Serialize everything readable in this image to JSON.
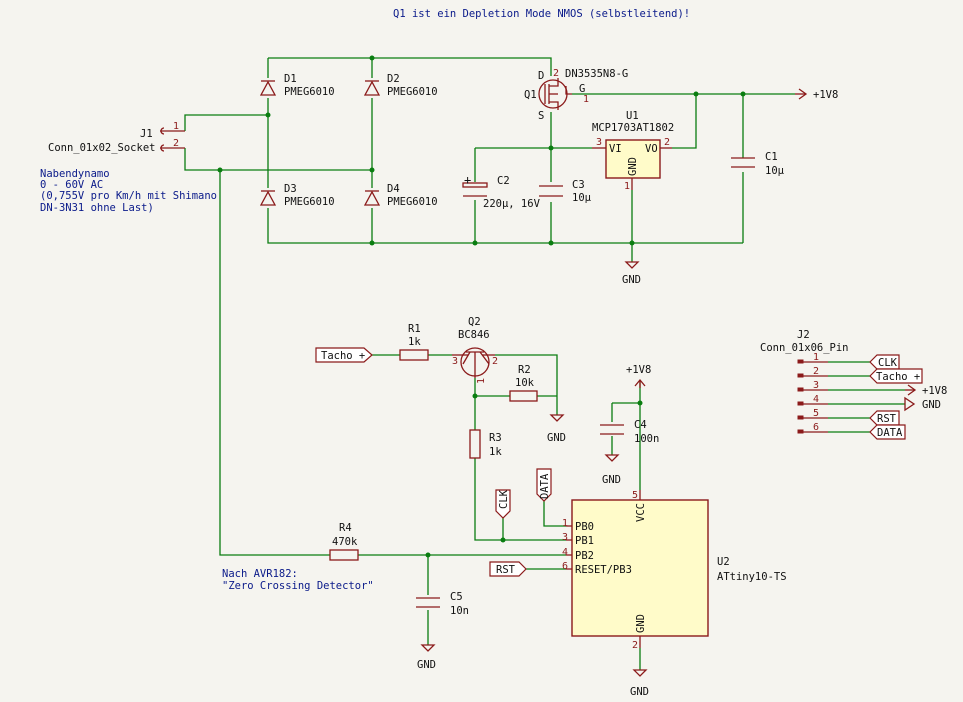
{
  "note_top": "Q1 ist ein Depletion Mode NMOS (selbstleitend)!",
  "note_dynamo": [
    "Nabendynamo",
    "0 - 60V AC",
    "(0,755V pro Km/h mit Shimano",
    "DN-3N31 ohne Last)"
  ],
  "note_avr": [
    "Nach AVR182:",
    "\"Zero Crossing Detector\""
  ],
  "components": {
    "j1": {
      "ref": "J1",
      "value": "Conn_01x02_Socket",
      "pins": [
        "1",
        "2"
      ]
    },
    "d1": {
      "ref": "D1",
      "value": "PMEG6010"
    },
    "d2": {
      "ref": "D2",
      "value": "PMEG6010"
    },
    "d3": {
      "ref": "D3",
      "value": "PMEG6010"
    },
    "d4": {
      "ref": "D4",
      "value": "PMEG6010"
    },
    "q1": {
      "ref": "Q1",
      "value": "DN3535N8-G",
      "pin_d": "D",
      "pin_g": "G",
      "pin_s": "S",
      "pin_num_g": "1",
      "pin_num_d": "2",
      "pin_num_s": "3"
    },
    "u1": {
      "ref": "U1",
      "value": "MCP1703AT1802",
      "pin_vi": "VI",
      "pin_vo": "VO",
      "pin_gnd": "GND",
      "num_vi": "3",
      "num_vo": "2",
      "num_gnd": "1"
    },
    "c1": {
      "ref": "C1",
      "value": "10µ"
    },
    "c2": {
      "ref": "C2",
      "value": "220µ, 16V"
    },
    "c3": {
      "ref": "C3",
      "value": "10µ"
    },
    "c4": {
      "ref": "C4",
      "value": "100n"
    },
    "c5": {
      "ref": "C5",
      "value": "10n"
    },
    "r1": {
      "ref": "R1",
      "value": "1k"
    },
    "r2": {
      "ref": "R2",
      "value": "10k"
    },
    "r3": {
      "ref": "R3",
      "value": "1k"
    },
    "r4": {
      "ref": "R4",
      "value": "470k"
    },
    "q2": {
      "ref": "Q2",
      "value": "BC846",
      "pin1": "1",
      "pin2": "2",
      "pin3": "3"
    },
    "u2": {
      "ref": "U2",
      "value": "ATtiny10-TS",
      "pins": [
        {
          "name": "PB0",
          "num": "1"
        },
        {
          "name": "PB1",
          "num": "3"
        },
        {
          "name": "PB2",
          "num": "4"
        },
        {
          "name": "RESET/PB3",
          "num": "6"
        }
      ],
      "pin_vcc": "VCC",
      "num_vcc": "5",
      "pin_gnd": "GND",
      "num_gnd": "2"
    },
    "j2": {
      "ref": "J2",
      "value": "Conn_01x06_Pin",
      "pins": [
        "1",
        "2",
        "3",
        "4",
        "5",
        "6"
      ]
    }
  },
  "power": {
    "v18": "+1V8",
    "gnd": "GND"
  },
  "labels": {
    "tacho": "Tacho +",
    "clk": "CLK",
    "data": "DATA",
    "rst": "RST"
  },
  "colors": {
    "wire": "#0a7d10",
    "symbol": "#8b1a1a",
    "body_fill": "#fffbc9",
    "note_text": "#0a1a8a",
    "background": "#f5f4ef"
  }
}
